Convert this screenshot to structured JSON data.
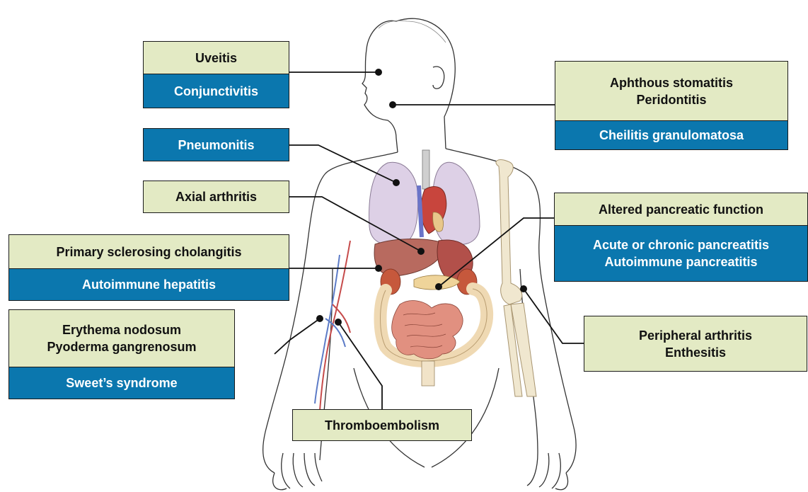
{
  "labels": {
    "uveitis": "Uveitis",
    "conjunctivitis": "Conjunctivitis",
    "aphthous_stomatitis": "Aphthous stomatitis",
    "peridontitis": "Peridontitis",
    "cheilitis": "Cheilitis granulomatosa",
    "pneumonitis": "Pneumonitis",
    "axial_arthritis": "Axial arthritis",
    "altered_pancreatic": "Altered pancreatic function",
    "acute_chronic_pancreatitis": "Acute or chronic pancreatitis",
    "autoimmune_pancreatitis": "Autoimmune pancreatitis",
    "primary_sclerosing": "Primary sclerosing cholangitis",
    "autoimmune_hepatitis": "Autoimmune hepatitis",
    "erythema_nodosum": "Erythema nodosum",
    "pyoderma": "Pyoderma gangrenosum",
    "sweets": "Sweet’s syndrome",
    "peripheral_arthritis": "Peripheral arthritis",
    "enthesitis": "Enthesitis",
    "thromboembolism": "Thromboembolism"
  },
  "colors": {
    "green_box": "#e3eac4",
    "blue_box": "#0b77ae",
    "outline": "#1a1a1a"
  }
}
